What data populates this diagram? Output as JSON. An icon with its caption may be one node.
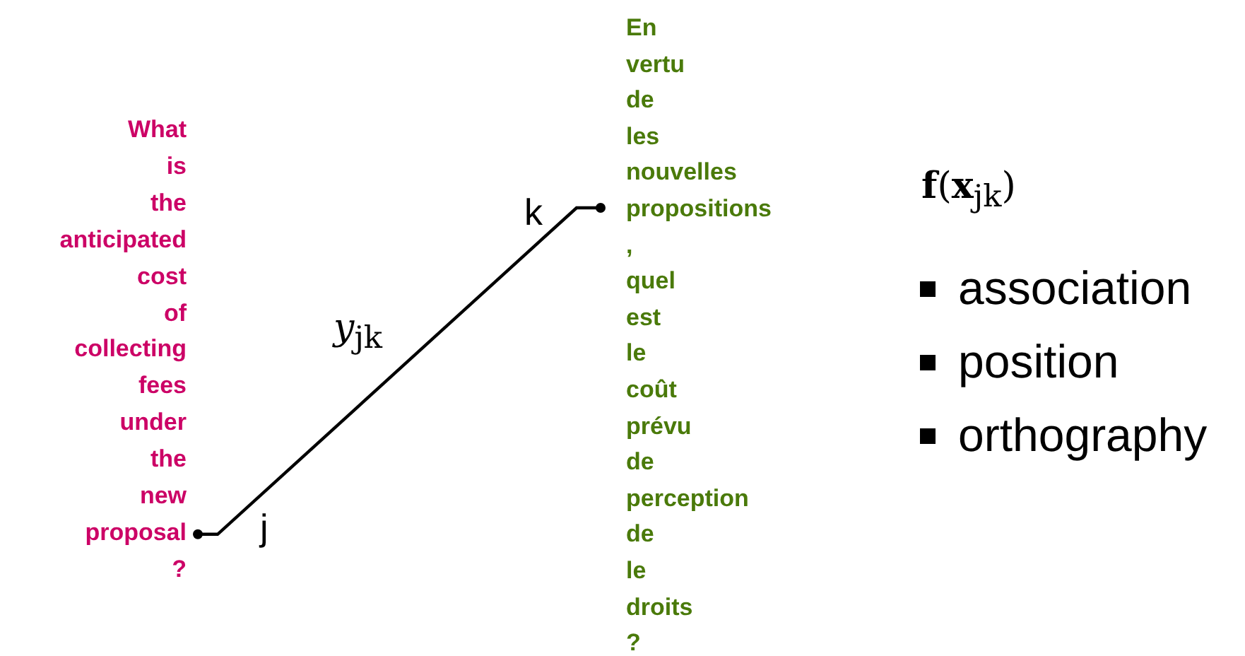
{
  "diagram": {
    "nodes": [
      {
        "text": [
          "proposal"
        ],
        "beside": [
          "j"
        ]
      },
      {
        "text": [
          "propositions"
        ],
        "beside": [
          "k"
        ]
      }
    ],
    "edges": [
      {
        "from": 0,
        "to": 1,
        "arrow": "other",
        "label": "*y*$_{jk}$"
      }
    ],
    "labels": [
      "What",
      "is",
      "the",
      "anticipated",
      "cost",
      "of",
      "collecting",
      "fees",
      "under",
      "the",
      "new",
      "?",
      "En",
      "vertu",
      "de",
      "les",
      "nouvelles",
      ",",
      "quel",
      "est",
      "le",
      "coût",
      "prévu",
      "de",
      "perception",
      "de",
      "le",
      "droits",
      "?",
      "**f**(**x**$_{jk}$)",
      "association",
      "position",
      "orthography"
    ]
  }
}
